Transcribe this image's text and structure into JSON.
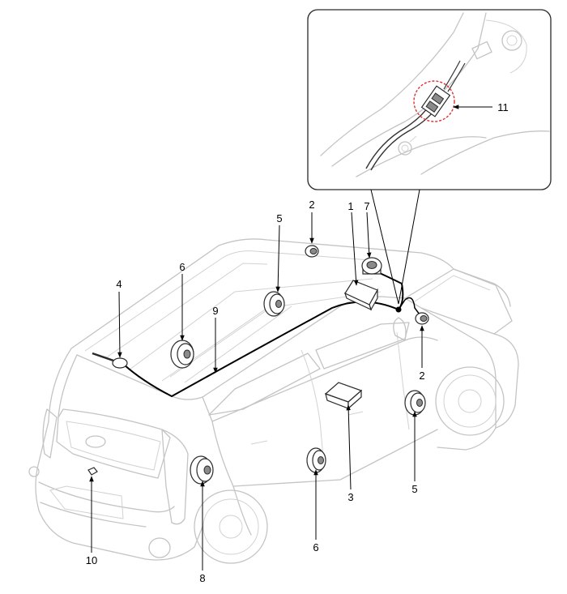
{
  "callouts": {
    "c1": "1",
    "c2a": "2",
    "c2b": "2",
    "c3": "3",
    "c4": "4",
    "c5a": "5",
    "c5b": "5",
    "c6a": "6",
    "c6b": "6",
    "c7": "7",
    "c8": "8",
    "c9": "9",
    "c10": "10",
    "c11": "11"
  }
}
